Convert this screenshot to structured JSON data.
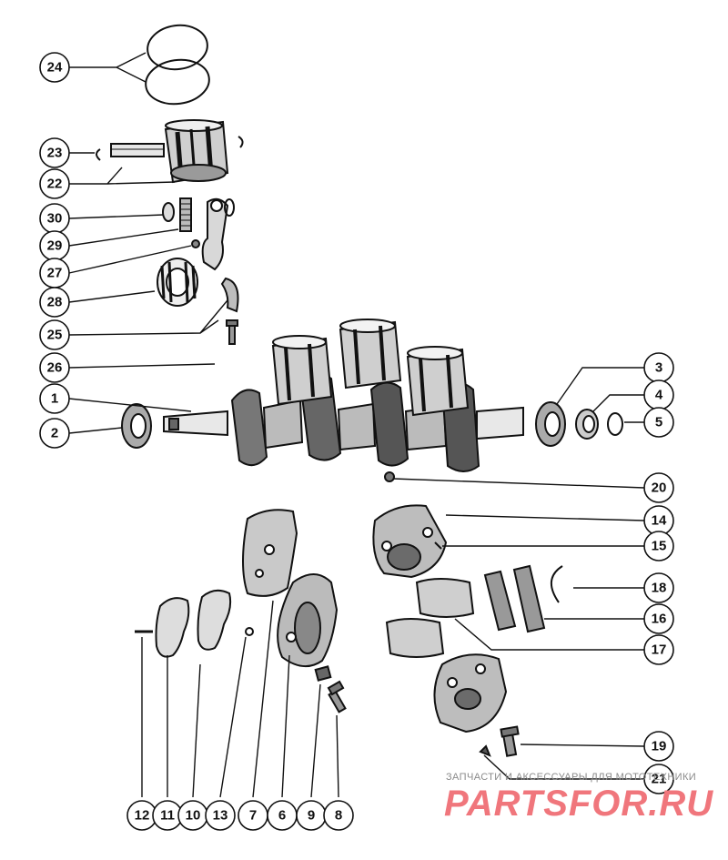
{
  "diagram": {
    "callouts": [
      "24",
      "23",
      "22",
      "30",
      "29",
      "27",
      "28",
      "25",
      "26",
      "1",
      "2",
      "3",
      "4",
      "5",
      "20",
      "14",
      "15",
      "18",
      "16",
      "17",
      "19",
      "21",
      "12",
      "11",
      "10",
      "13",
      "7",
      "6",
      "9",
      "8"
    ]
  },
  "watermark": {
    "tagline": "ЗАПЧАСТИ И АКСЕССУАРЫ ДЛЯ МОТОТЕХНИКИ",
    "logo": "PARTSFOR.RU"
  },
  "colors": {
    "ink": "#111111",
    "watermark": "#f0767c"
  }
}
